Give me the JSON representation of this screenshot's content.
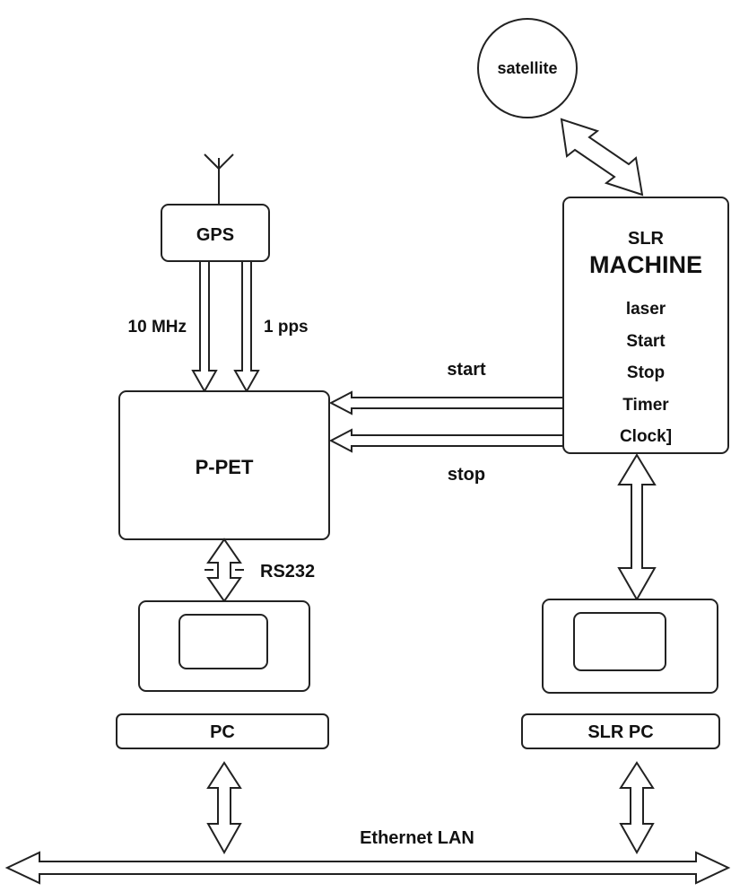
{
  "labels": {
    "satellite": "satellite",
    "gps": "GPS",
    "freq": "10 MHz",
    "pps": "1 pps",
    "slr": "SLR",
    "machine": "MACHINE",
    "machine_items": [
      "laser",
      "Start",
      "Stop",
      "Timer",
      "Clock]"
    ],
    "start": "start",
    "stop": "stop",
    "ppet": "P-PET",
    "rs232": "RS232",
    "pc": "PC",
    "slr_pc": "SLR PC",
    "lan": "Ethernet LAN"
  }
}
